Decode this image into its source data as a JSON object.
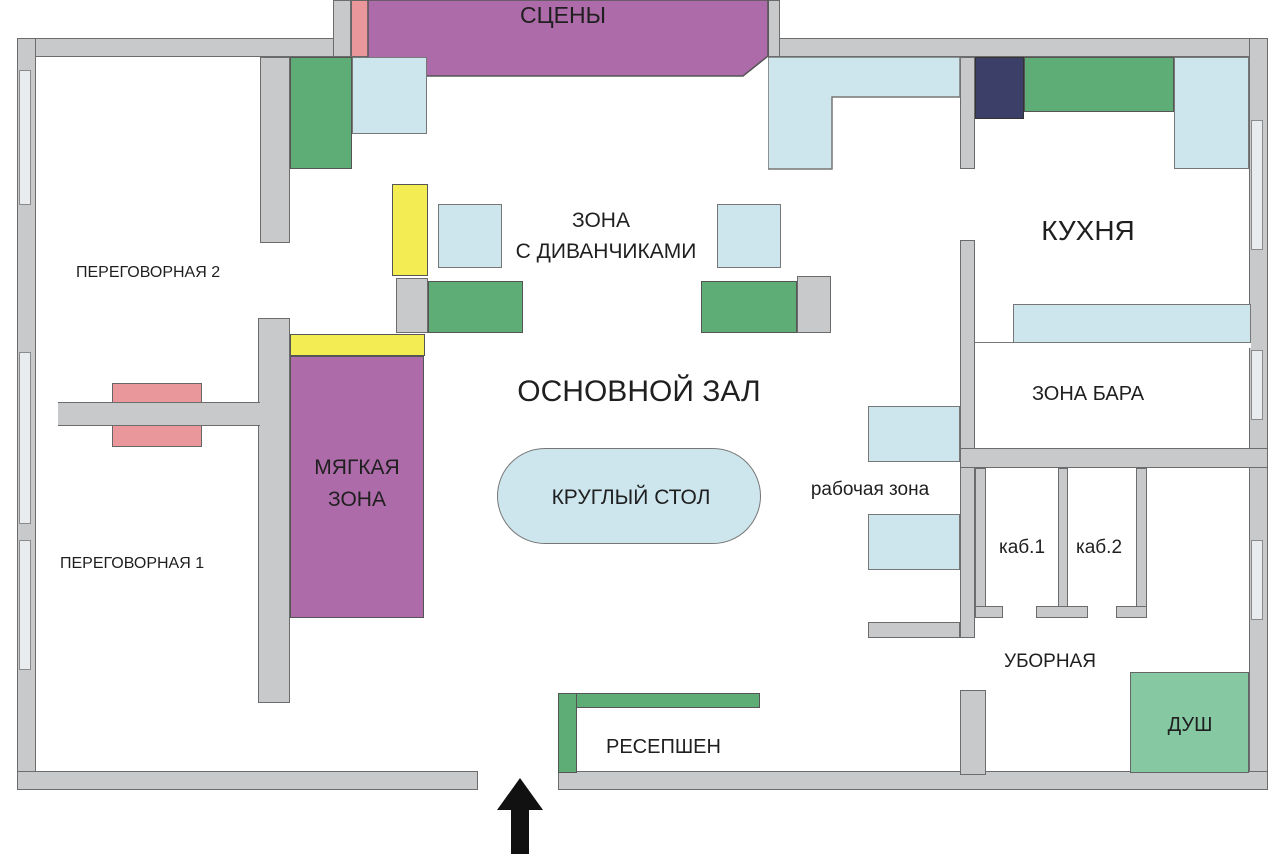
{
  "labels": {
    "stage": "СЦЕНЫ",
    "sofa_zone_line1": "ЗОНА",
    "sofa_zone_line2": "С ДИВАНЧИКАМИ",
    "kitchen": "КУХНЯ",
    "meeting_room_2": "ПЕРЕГОВОРНАЯ 2",
    "main_hall": "ОСНОВНОЙ ЗАЛ",
    "bar_zone": "ЗОНА БАРА",
    "soft_zone_line1": "МЯГКАЯ",
    "soft_zone_line2": "ЗОНА",
    "round_table": "КРУГЛЫЙ СТОЛ",
    "work_zone": "рабочая зона",
    "meeting_room_1": "ПЕРЕГОВОРНАЯ 1",
    "cabin_1": "каб.1",
    "cabin_2": "каб.2",
    "restroom": "УБОРНАЯ",
    "shower": "ДУШ",
    "reception": "РЕСЕПШЕН"
  },
  "colors": {
    "wall": "#c8c9ca",
    "light_blue": "#cde6ee",
    "green": "#5eac76",
    "purple": "#ad6baa",
    "yellow": "#f3ec52",
    "pink": "#e9979a",
    "navy": "#3c3f67",
    "mint": "#85c8a2",
    "arrow": "#111111"
  },
  "icons": {
    "entrance": "up-arrow-icon"
  }
}
